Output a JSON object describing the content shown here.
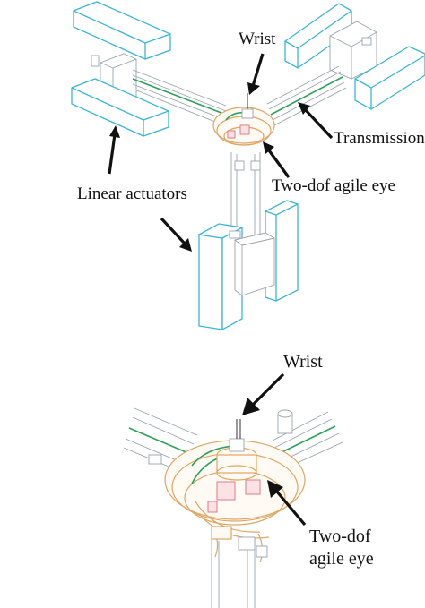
{
  "top_view": {
    "labels": {
      "wrist": "Wrist",
      "transmission": "Transmission",
      "two_dof_eye": "Two-dof agile eye",
      "linear_actuators": "Linear actuators"
    }
  },
  "detail_view": {
    "labels": {
      "wrist": "Wrist",
      "two_dof_line1": "Two-dof",
      "two_dof_line2": "agile eye"
    }
  },
  "colors": {
    "actuator_outline": "#3ab6d8",
    "transmission_rail": "#2aa25a",
    "eye_mechanism": "#e0a662",
    "eye_parts": "#e07b86",
    "structure": "#9aa3ad"
  }
}
